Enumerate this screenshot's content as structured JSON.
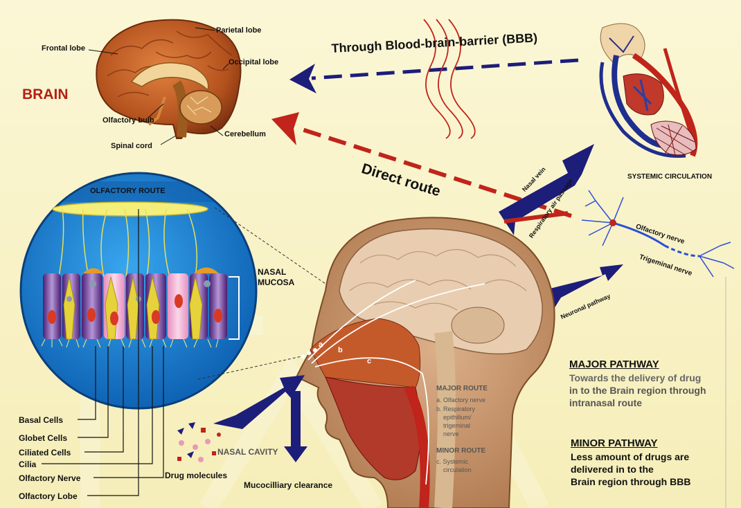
{
  "brain": {
    "title": "BRAIN",
    "frontal_lobe": "Frontal lobe",
    "parietal_lobe": "Parietal lobe",
    "occipital_lobe": "Occipital lobe",
    "olfactory_bulb": "Olfactory bulb",
    "cerebellum": "Cerebellum",
    "spinal_cord": "Spinal cord"
  },
  "routes": {
    "bbb": "Through Blood-brain-barrier (BBB)",
    "direct": "Direct route"
  },
  "systemic": {
    "label": "SYSTEMIC CIRCULATION",
    "nasal_vein": "Nasal vein",
    "resp_passage": "Respiratory air passage",
    "neuronal": "Neuronal pathway",
    "olfactory_nerve": "Olfactory nerve",
    "trigeminal_nerve": "Trigeminal nerve"
  },
  "olfactory": {
    "title": "OLFACTORY ROUTE",
    "mucosa_line1": "NASAL",
    "mucosa_line2": "MUCOSA",
    "cells": [
      "Basal Cells",
      "Globet Cells",
      "Ciliated  Cells",
      "Cilia",
      "Olfactory Nerve",
      "Olfactory Lobe"
    ]
  },
  "head": {
    "nasal_cavity": "NASAL CAVITY",
    "drug_molecules": "Drug molecules",
    "mucociliary": "Mucocilliary clearance",
    "letter_a": "a",
    "letter_b": "b",
    "letter_c": "c",
    "major_route": "MAJOR ROUTE",
    "route_a": "a. Olfactory nerve",
    "route_b1": "b. Respiratory",
    "route_b2": "epithilium/",
    "route_b3": "trigeminal",
    "route_b4": "nerve",
    "minor_route": "MINOR ROUTE",
    "route_c1": "c. Systemic",
    "route_c2": "circulation"
  },
  "pathways": {
    "major_title": "MAJOR PATHWAY",
    "major_lines": [
      "Towards the delivery of drug",
      "in to the Brain region through",
      "intranasal route"
    ],
    "minor_title": "MINOR PATHWAY",
    "minor_lines": [
      "Less amount of drugs are",
      "delivered in to the",
      "Brain region through BBB"
    ]
  },
  "colors": {
    "red": "#b32117",
    "navy": "#1d1d7a",
    "mucosa_blue": "#1a82d6"
  }
}
